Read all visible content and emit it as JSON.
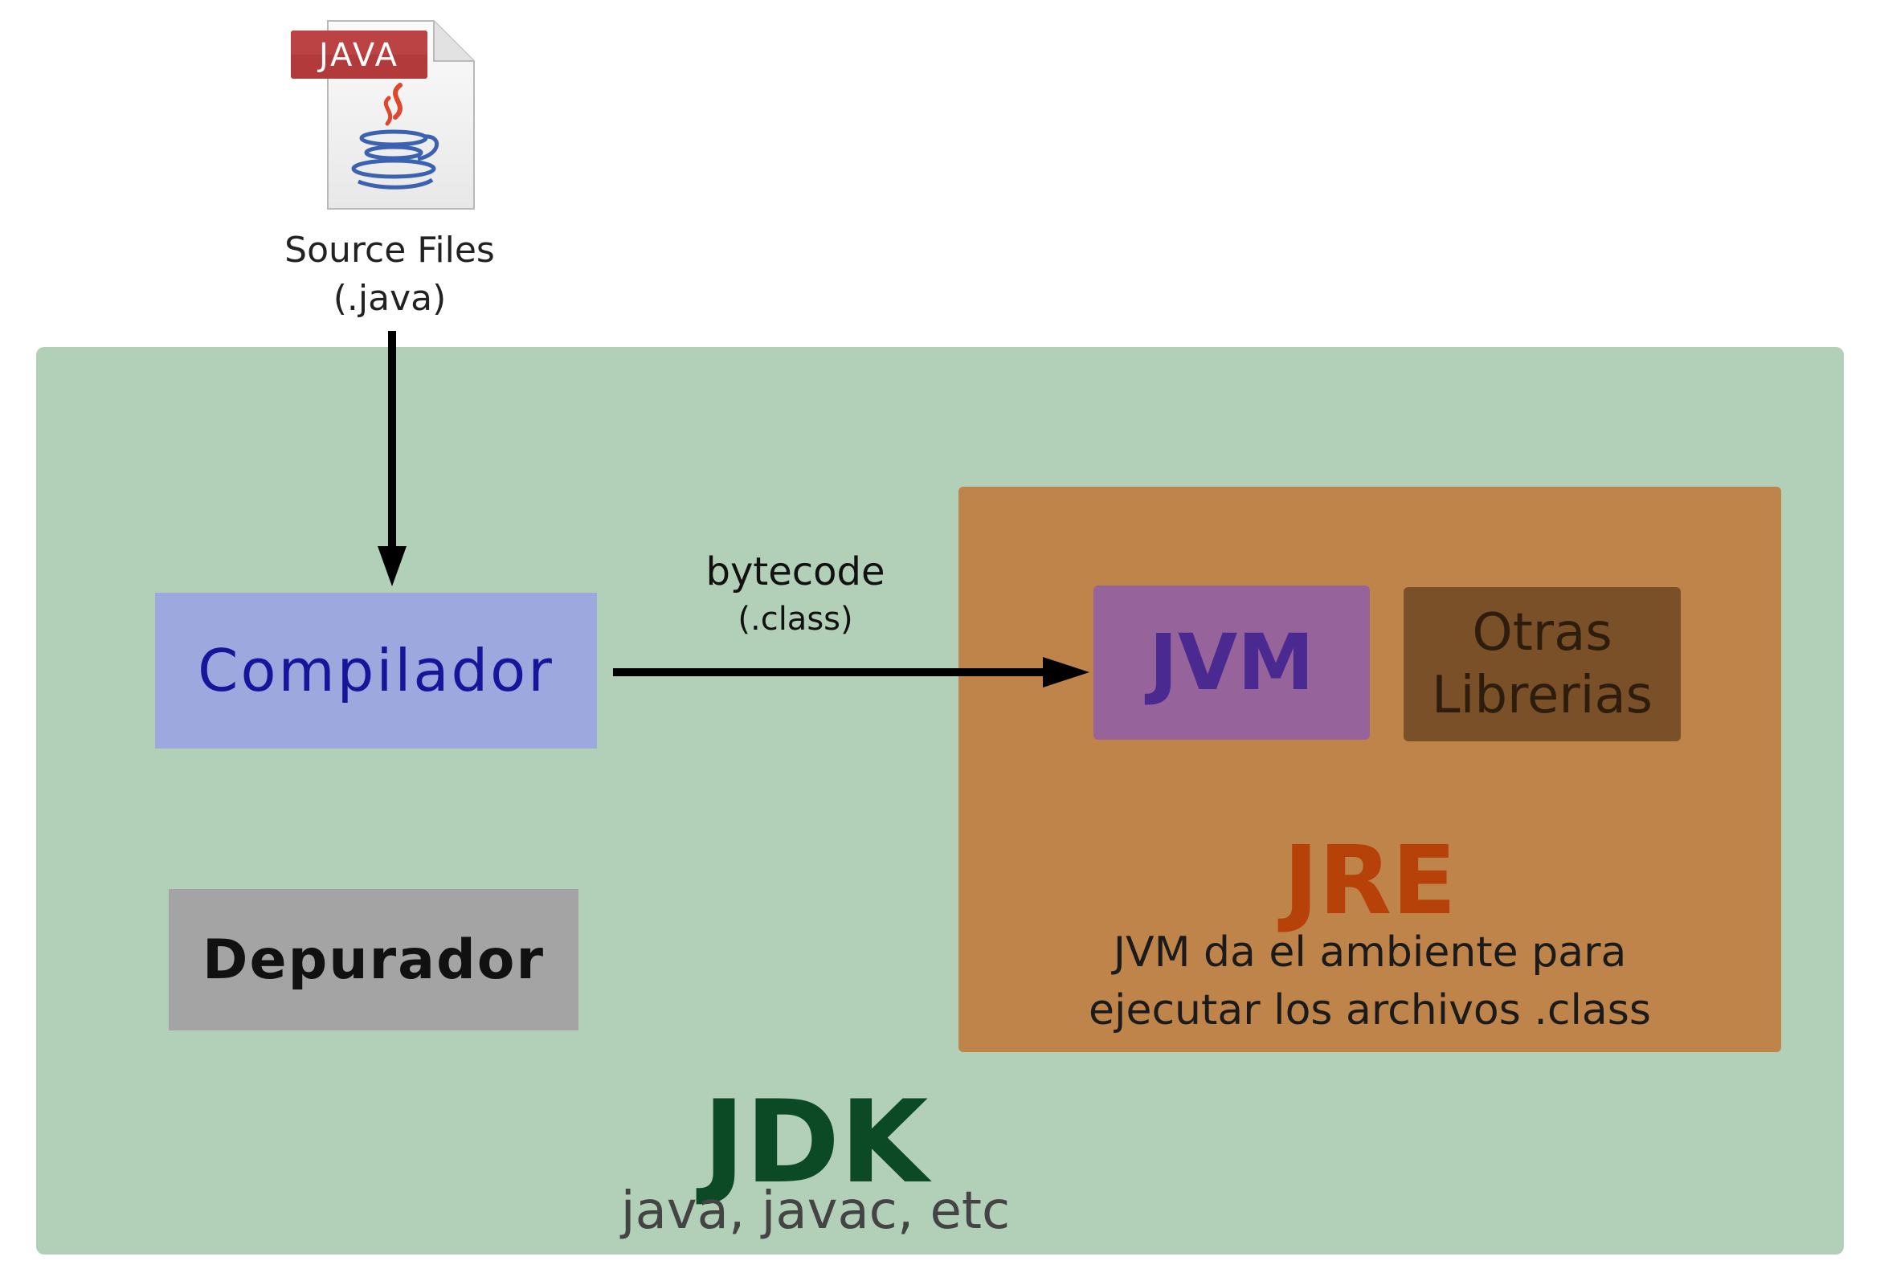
{
  "file_icon": {
    "badge_text": "JAVA"
  },
  "source": {
    "line1": "Source Files",
    "line2": "(.java)"
  },
  "compiler": {
    "label": "Compilador"
  },
  "debugger": {
    "label": "Depurador"
  },
  "bytecode": {
    "line1": "bytecode",
    "line2": "(.class)"
  },
  "jre": {
    "title": "JRE",
    "jvm_label": "JVM",
    "libs_line1": "Otras",
    "libs_line2": "Librerias",
    "desc_line1": "JVM da el ambiente para",
    "desc_line2": "ejecutar los archivos .class"
  },
  "jdk": {
    "title": "JDK",
    "subtitle": "java, javac, etc"
  },
  "colors": {
    "jdk_bg": "#b2cfb8",
    "jre_bg": "#bf844a",
    "jvm_bg": "#96649a",
    "libs_bg": "#7a5029",
    "compiler_bg": "#9ca8de",
    "debugger_bg": "#a4a4a4",
    "java_badge": "#b23a3a"
  }
}
